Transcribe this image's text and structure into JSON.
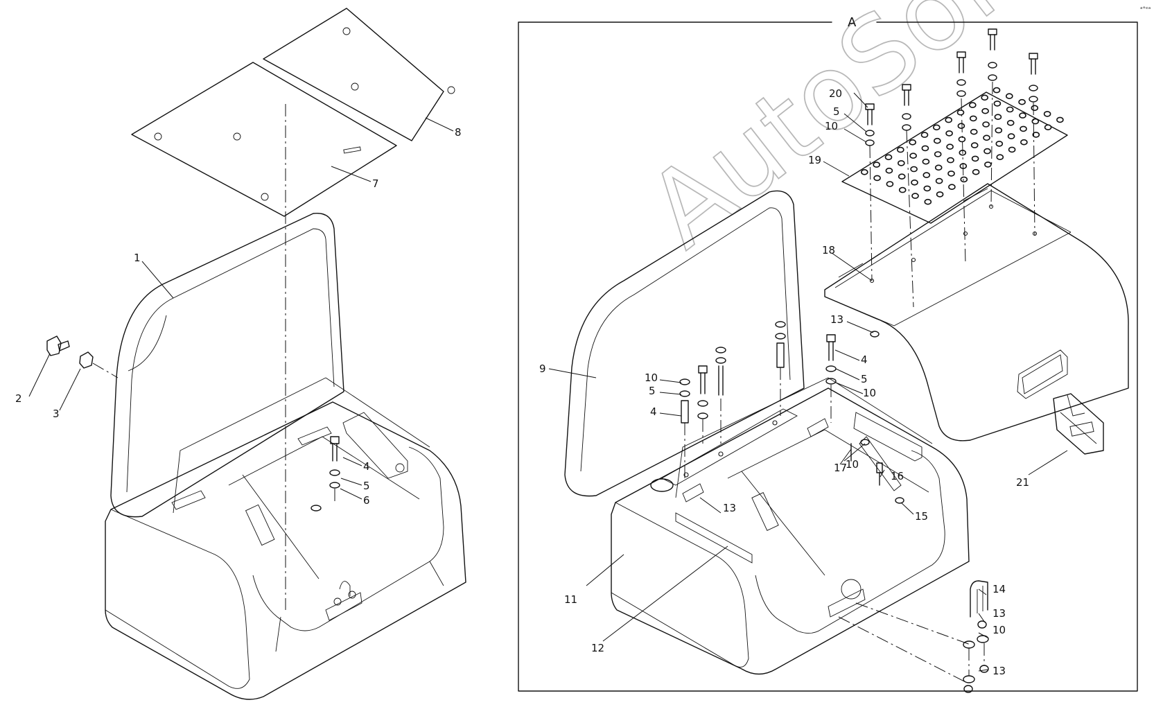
{
  "frame_label": "A",
  "watermark": "AutoSoft",
  "corner_mark": "ᵃ°ᵉᵃ",
  "left_callouts": [
    {
      "id": "c1",
      "text": "1"
    },
    {
      "id": "c2",
      "text": "2"
    },
    {
      "id": "c3",
      "text": "3"
    },
    {
      "id": "c4",
      "text": "4"
    },
    {
      "id": "c5",
      "text": "5"
    },
    {
      "id": "c6",
      "text": "6"
    },
    {
      "id": "c7",
      "text": "7"
    },
    {
      "id": "c8",
      "text": "8"
    }
  ],
  "right_callouts": [
    {
      "id": "r9",
      "text": "9"
    },
    {
      "id": "r10a",
      "text": "10"
    },
    {
      "id": "r5a",
      "text": "5"
    },
    {
      "id": "r4a",
      "text": "4"
    },
    {
      "id": "r4b",
      "text": "4"
    },
    {
      "id": "r5b",
      "text": "5"
    },
    {
      "id": "r10b",
      "text": "10"
    },
    {
      "id": "r13a",
      "text": "13"
    },
    {
      "id": "r18",
      "text": "18"
    },
    {
      "id": "r19",
      "text": "19"
    },
    {
      "id": "r20",
      "text": "20"
    },
    {
      "id": "r5c",
      "text": "5"
    },
    {
      "id": "r10c",
      "text": "10"
    },
    {
      "id": "r17",
      "text": "17"
    },
    {
      "id": "r10d",
      "text": "10"
    },
    {
      "id": "r16",
      "text": "16"
    },
    {
      "id": "r15",
      "text": "15"
    },
    {
      "id": "r13b",
      "text": "13"
    },
    {
      "id": "r11",
      "text": "11"
    },
    {
      "id": "r12",
      "text": "12"
    },
    {
      "id": "r21",
      "text": "21"
    },
    {
      "id": "r14",
      "text": "14"
    },
    {
      "id": "r13c",
      "text": "13"
    },
    {
      "id": "r10e",
      "text": "10"
    },
    {
      "id": "r13d",
      "text": "13"
    }
  ]
}
